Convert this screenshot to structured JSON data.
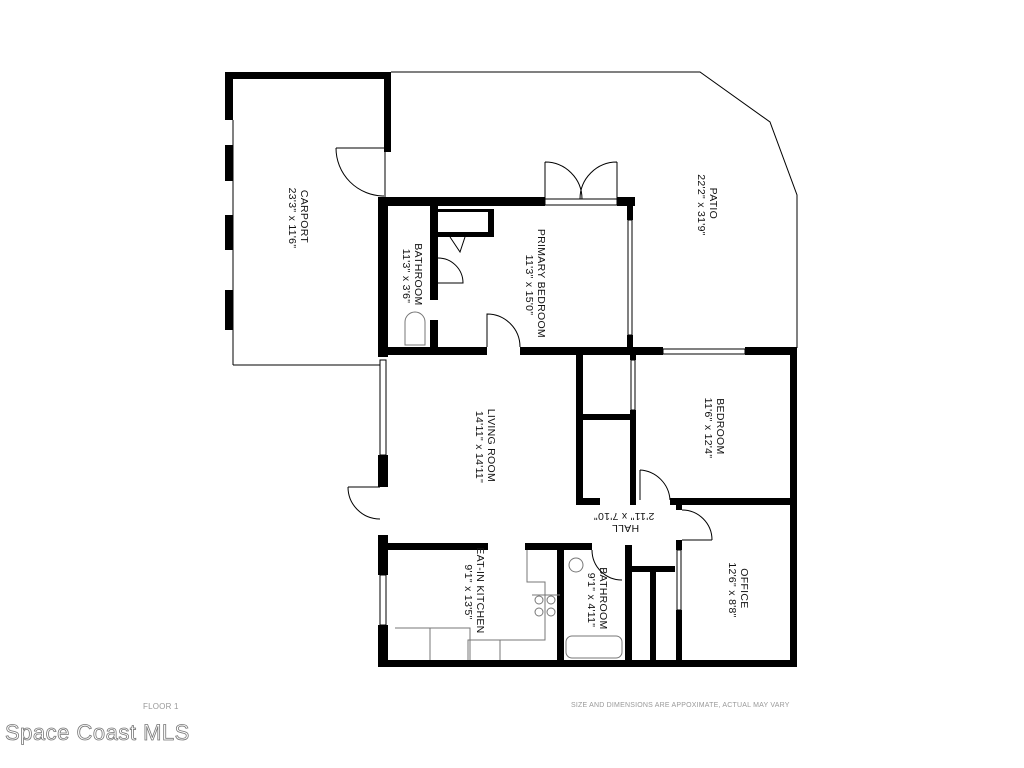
{
  "rooms": {
    "carport": {
      "name": "CARPORT",
      "dims": "23'3\" x 11'6\""
    },
    "patio": {
      "name": "PATIO",
      "dims": "22'2\" x 31'9\""
    },
    "bathroom_primary": {
      "name": "BATHROOM",
      "dims": "11'3\" x 3'6\""
    },
    "primary_bedroom": {
      "name": "PRIMARY BEDROOM",
      "dims": "11'3\" x 15'0\""
    },
    "living_room": {
      "name": "LIVING ROOM",
      "dims": "14'11\" x 14'11\""
    },
    "bedroom": {
      "name": "BEDROOM",
      "dims": "11'6\" x 12'4\""
    },
    "hall": {
      "name": "HALL",
      "dims": "2'11\" x 7'10\""
    },
    "kitchen": {
      "name": "EAT-IN KITCHEN",
      "dims": "9'1\" x 13'5\""
    },
    "bathroom": {
      "name": "BATHROOM",
      "dims": "9'1\" x 4'11\""
    },
    "office": {
      "name": "OFFICE",
      "dims": "12'6\" x 8'8\""
    }
  },
  "footer": {
    "floor": "FLOOR 1",
    "disclaimer": "SIZE AND DIMENSIONS ARE APPOXIMATE, ACTUAL MAY VARY",
    "watermark": "Space Coast MLS"
  }
}
